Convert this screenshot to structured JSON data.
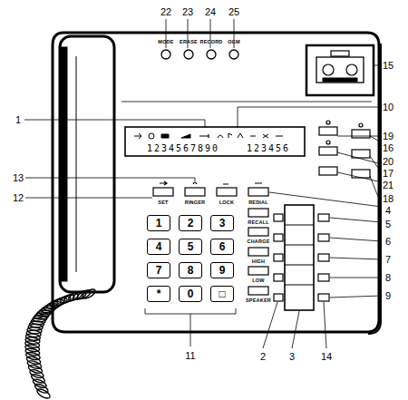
{
  "diagram": {
    "nodes": [
      {
        "text": [
          "1"
        ]
      },
      {
        "text": [
          "2"
        ]
      },
      {
        "text": [
          "3"
        ]
      },
      {
        "text": [
          "4"
        ]
      },
      {
        "text": [
          "5"
        ]
      },
      {
        "text": [
          "6"
        ]
      },
      {
        "text": [
          "7"
        ]
      },
      {
        "text": [
          "8"
        ]
      },
      {
        "text": [
          "9"
        ]
      },
      {
        "text": [
          "*"
        ]
      },
      {
        "text": [
          "0"
        ]
      },
      {
        "text": [
          "□"
        ]
      }
    ],
    "labels": [
      "22",
      "23",
      "24",
      "25",
      "1",
      "10",
      "19",
      "16",
      "20",
      "17",
      "21",
      "18",
      "13",
      "12",
      "4",
      "5",
      "6",
      "7",
      "8",
      "9",
      "11",
      "2",
      "3",
      "14",
      "15",
      "MODE",
      "ERASE",
      "RECORD",
      "OGM",
      "SET",
      "RINGER",
      "LOCK",
      "REDIAL",
      "RECALL",
      "CHARGE",
      "HIGH",
      "LOW",
      "SPEAKER",
      "1234567890",
      "123456"
    ]
  }
}
